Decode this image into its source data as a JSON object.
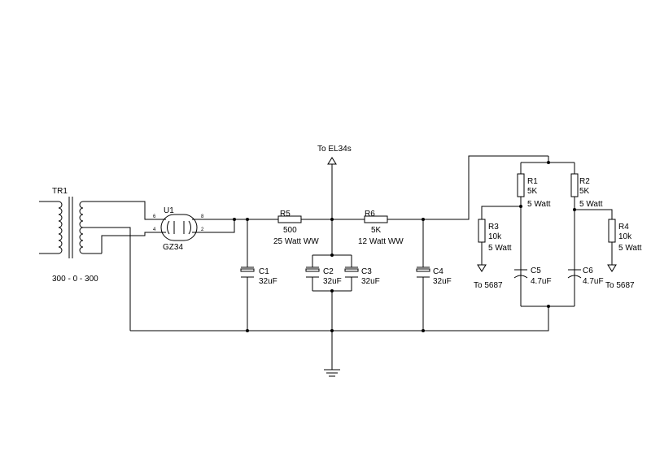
{
  "transformer": {
    "ref": "TR1",
    "rating": "300 - 0 - 300"
  },
  "tube": {
    "ref": "U1",
    "type": "GZ34",
    "pin_6": "6",
    "pin_4": "4",
    "pin_8": "8",
    "pin_2": "2"
  },
  "resistors": {
    "r5": {
      "ref": "R5",
      "value": "500",
      "rating": "25 Watt WW"
    },
    "r6": {
      "ref": "R6",
      "value": "5K",
      "rating": "12 Watt WW"
    },
    "r1": {
      "ref": "R1",
      "value": "5K",
      "rating": "5 Watt"
    },
    "r2": {
      "ref": "R2",
      "value": "5K",
      "rating": "5 Watt"
    },
    "r3": {
      "ref": "R3",
      "value": "10k",
      "rating": "5 Watt"
    },
    "r4": {
      "ref": "R4",
      "value": "10k",
      "rating": "5 Watt"
    }
  },
  "capacitors": {
    "c1": {
      "ref": "C1",
      "value": "32uF"
    },
    "c2": {
      "ref": "C2",
      "value": "32uF"
    },
    "c3": {
      "ref": "C3",
      "value": "32uF"
    },
    "c4": {
      "ref": "C4",
      "value": "32uF"
    },
    "c5": {
      "ref": "C5",
      "value": "4.7uF"
    },
    "c6": {
      "ref": "C6",
      "value": "4.7uF"
    }
  },
  "outputs": {
    "el34": "To EL34s",
    "left_5687": "To 5687",
    "right_5687": "To 5687"
  }
}
